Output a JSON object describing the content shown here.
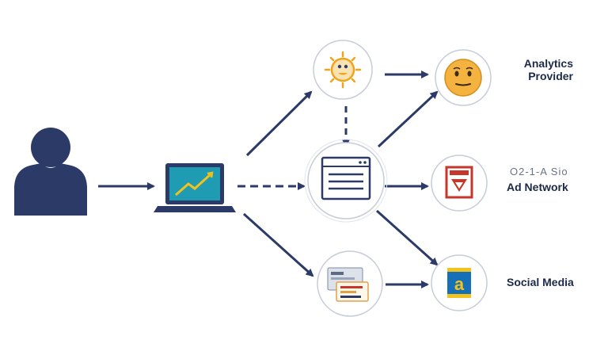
{
  "nodes": {
    "user": {
      "icon": "person-icon"
    },
    "laptop": {
      "icon": "laptop-chart-icon"
    },
    "tracker": {
      "icon": "sun-tracker-icon"
    },
    "browser": {
      "icon": "browser-page-icon"
    },
    "cards": {
      "icon": "data-cards-icon"
    },
    "analytics": {
      "icon": "smiley-face-icon"
    },
    "adnetwork": {
      "icon": "ad-frame-icon"
    },
    "social": {
      "icon": "letter-a-app-icon"
    }
  },
  "labels": {
    "analytics_line1": "Analytics",
    "analytics_line2": "Provider",
    "adnetwork_garbled": "O2-1-A Sio",
    "adnetwork": "Ad Network",
    "social": "Social Media"
  },
  "colors": {
    "navy": "#2b3a67",
    "circle_stroke": "#c6ccd8",
    "sun": "#f2a31a",
    "smiley": "#f4b23f",
    "chart_bg": "#1f9bb3",
    "chart_line": "#f1c21b",
    "ad_red": "#c7362b",
    "social_blue": "#1570b8",
    "social_yellow": "#f2c31a"
  }
}
